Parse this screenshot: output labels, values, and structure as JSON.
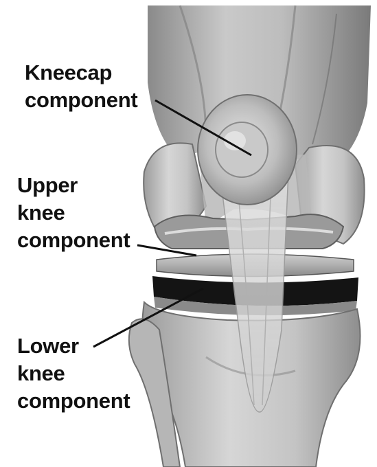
{
  "labels": {
    "kneecap": {
      "line1": "Kneecap",
      "line2": "component"
    },
    "upper": {
      "line1": "Upper",
      "line2": "knee",
      "line3": "component"
    },
    "lower": {
      "line1": "Lower",
      "line2": "knee",
      "line3": "component"
    }
  },
  "colors": {
    "background": "#ffffff",
    "label_text": "#111111",
    "leader_line": "#111111",
    "tissue_light": "#d8d8d8",
    "tissue_mid": "#a6a6a6",
    "tissue_dark": "#5a5a5a",
    "spacer_black": "#141414"
  }
}
